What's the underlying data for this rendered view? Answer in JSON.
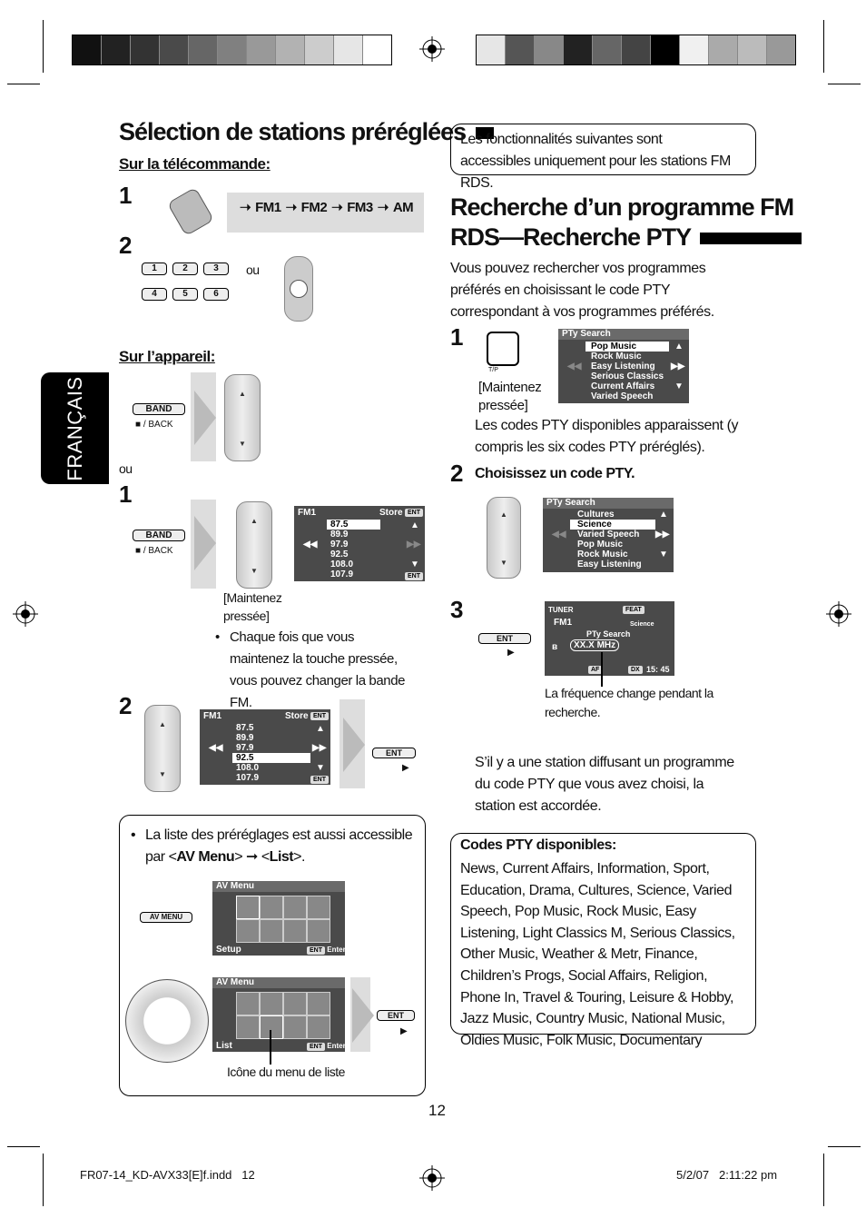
{
  "left": {
    "title": "Sélection de stations préréglées",
    "remote_heading": "Sur la télécommande:",
    "step1": "1",
    "band_sequence": [
      "FM1",
      "FM2",
      "FM3",
      "AM"
    ],
    "step2": "2",
    "number_keys": [
      "1",
      "2",
      "3",
      "4",
      "5",
      "6"
    ],
    "ou": "ou",
    "unit_heading": "Sur l’appareil:",
    "band_label": "BAND",
    "back_label": "■ / BACK",
    "hold_pressed": "[Maintenez pressée]",
    "bullet_hold": "Chaque fois que vous maintenez la touche pressée, vous pouvez changer la bande FM.",
    "fm_screen": {
      "band": "FM1",
      "store": "Store",
      "ent": "ENT",
      "freqs": [
        "87.5",
        "89.9",
        "97.9",
        "92.5",
        "108.0",
        "107.9"
      ]
    },
    "ent_label": "ENT",
    "info_box": {
      "bullet_prefix": "La liste des préréglages est aussi accessible par <",
      "av_menu": "AV Menu",
      "mid": "> ➞ <",
      "list": "List",
      "suffix": ">.",
      "av_menu_btn": "AV MENU",
      "screen_title": "AV Menu",
      "setup": "Setup",
      "list_label": "List",
      "enter": "Enter",
      "caption": "Icône du menu de liste"
    },
    "side_tab": "FRANÇAIS"
  },
  "right": {
    "note": "Les fonctionnalités suivantes sont accessibles uniquement pour les stations FM RDS.",
    "title_line1": "Recherche d’un programme FM",
    "title_line2": "RDS—Recherche PTY",
    "intro": "Vous pouvez rechercher vos programmes préférés en choisissant le code PTY correspondant à vos programmes préférés.",
    "step1": "1",
    "tp_label": "T/P",
    "hold_pressed": "[Maintenez pressée]",
    "step1_text": "Les codes PTY disponibles apparaissent (y compris les six codes PTY préréglés).",
    "pty_screen1": {
      "title": "PTy Search",
      "items": [
        "Pop Music",
        "Rock Music",
        "Easy Listening",
        "Serious Classics",
        "Current Affairs",
        "Varied Speech"
      ]
    },
    "step2": "2",
    "step2_text": "Choisissez un code PTY.",
    "pty_screen2": {
      "title": "PTy Search",
      "items": [
        "Cultures",
        "Science",
        "Varied Speech",
        "Pop Music",
        "Rock Music",
        "Easy Listening"
      ]
    },
    "step3": "3",
    "tuner_screen": {
      "tuner": "TUNER",
      "feat": "FEAT",
      "band": "FM1",
      "science": "Science",
      "pty": "PTy Search",
      "freq": "XX.X MHz",
      "af": "AF",
      "dx": "DX",
      "time": "15: 45"
    },
    "freq_caption": "La fréquence change pendant la recherche.",
    "result_text": "S’il y a une station diffusant un programme du code PTY que vous avez choisi, la station est accordée.",
    "codes_heading": "Codes PTY disponibles:",
    "codes_text": "News, Current Affairs, Information, Sport, Education, Drama, Cultures, Science, Varied Speech, Pop Music, Rock Music, Easy Listening, Light Classics M, Serious Classics, Other Music, Weather & Metr, Finance, Children’s Progs, Social Affairs, Religion, Phone In, Travel & Touring, Leisure & Hobby, Jazz Music, Country Music, National Music, Oldies Music, Folk Music, Documentary"
  },
  "page_number": "12",
  "footer_left": "FR07-14_KD-AVX33[E]f.indd   12",
  "footer_right": "5/2/07   2:11:22 pm"
}
